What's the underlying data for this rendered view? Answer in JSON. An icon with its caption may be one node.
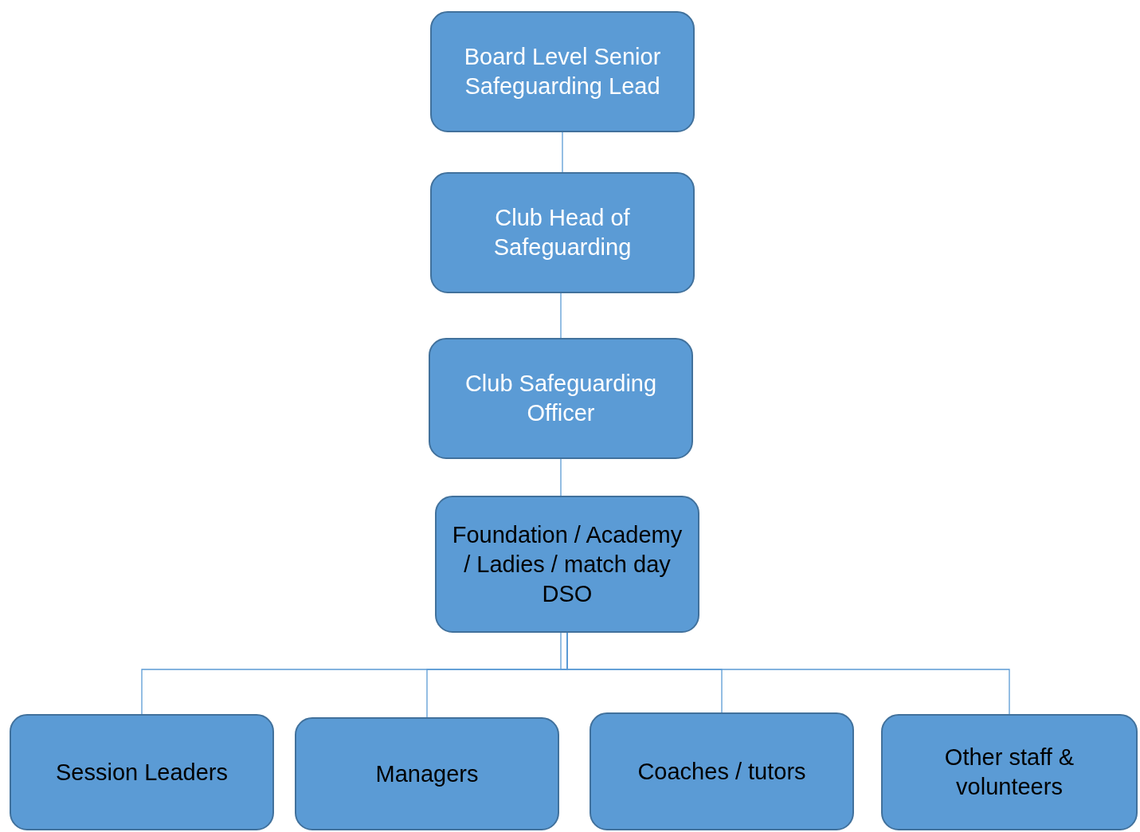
{
  "diagram": {
    "nodes": [
      {
        "text": [
          "Board Level Senior Safeguarding Lead"
        ]
      },
      {
        "text": [
          "Club Head of Safeguarding"
        ]
      },
      {
        "text": [
          "Club Safeguarding Officer"
        ]
      },
      {
        "text": [
          "Foundation / Academy / Ladies / match day DSO"
        ]
      },
      {
        "text": [
          "Session Leaders"
        ]
      },
      {
        "text": [
          "Managers"
        ]
      },
      {
        "text": [
          "Coaches / tutors"
        ]
      },
      {
        "text": [
          "Other staff & volunteers"
        ]
      }
    ],
    "edges": [
      {
        "from": 0,
        "to": 1,
        "arrow": "none"
      },
      {
        "from": 1,
        "to": 2,
        "arrow": "none"
      },
      {
        "from": 2,
        "to": 3,
        "arrow": "none"
      },
      {
        "from": 3,
        "to": 4,
        "arrow": "none"
      },
      {
        "from": 3,
        "to": 5,
        "arrow": "none"
      },
      {
        "from": 3,
        "to": 6,
        "arrow": "none"
      },
      {
        "from": 3,
        "to": 7,
        "arrow": "none"
      }
    ]
  }
}
